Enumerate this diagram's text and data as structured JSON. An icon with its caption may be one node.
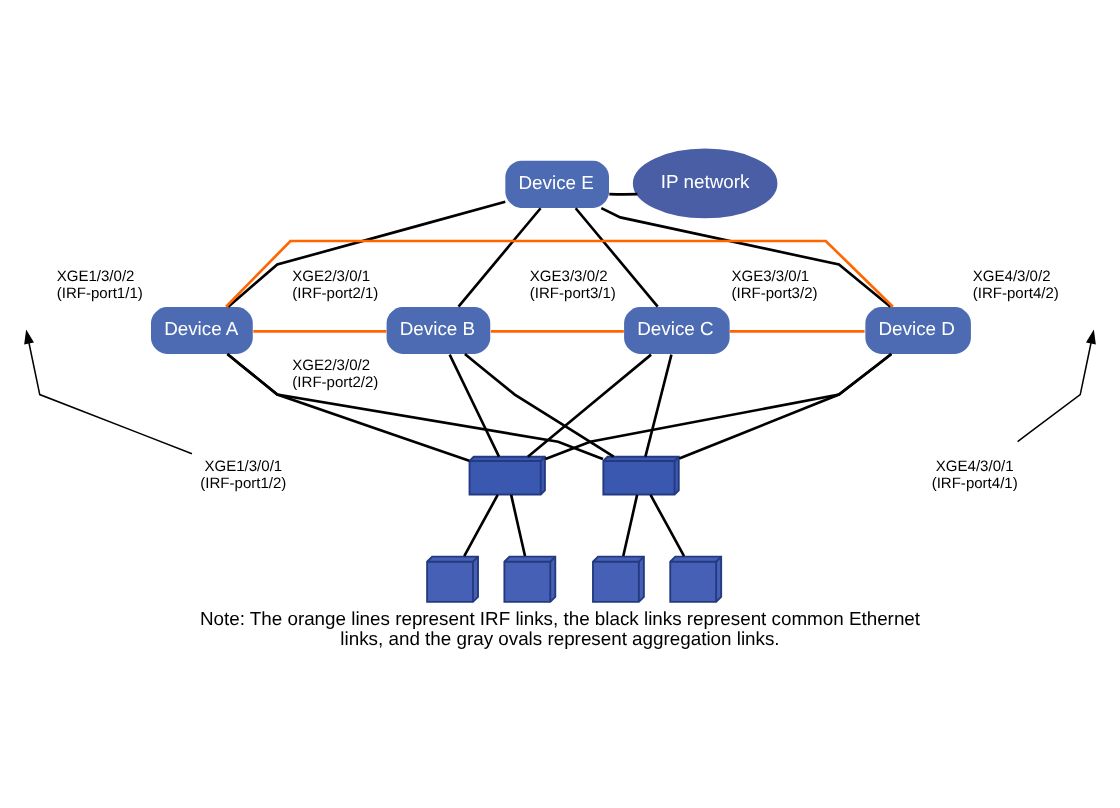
{
  "diagram": {
    "caption": "Note: The orange lines represent IRF links, the black links represent common Ethernet links, and the gray ovals represent aggregation links.",
    "nodes": [
      {
        "text": [
          "Device E"
        ]
      },
      {
        "text": [
          "IP network"
        ]
      },
      {
        "text": [
          "Device A"
        ],
        "beside": [
          "XGE1/3/0/2 (IRF-port1/1)"
        ]
      },
      {
        "text": [
          "Device B"
        ],
        "beside": [
          "XGE2/3/0/1 (IRF-port2/1)",
          "XGE2/3/0/2 (IRF-port2/2)"
        ]
      },
      {
        "text": [
          "Device C"
        ],
        "beside": [
          "XGE3/3/0/2 (IRF-port3/1)",
          "XGE3/3/0/1 (IRF-port3/2)"
        ]
      },
      {
        "text": [
          "Device D"
        ],
        "beside": [
          "XGE4/3/0/2 (IRF-port4/2)"
        ]
      },
      {
        "text": [
          "XGE1/3/0/1 (IRF-port1/2)"
        ]
      },
      {
        "text": [
          "XGE4/3/0/1 (IRF-port4/1)"
        ]
      },
      {
        "text": [],
        "shape": "picture"
      },
      {
        "text": [],
        "shape": "picture"
      },
      {
        "text": [],
        "shape": "picture"
      },
      {
        "text": [],
        "shape": "picture"
      },
      {
        "text": [],
        "shape": "picture"
      },
      {
        "text": [],
        "shape": "picture"
      }
    ],
    "edges": [
      {
        "from": 0,
        "to": 1,
        "arrow": "none"
      },
      {
        "from": 0,
        "to": 2,
        "arrow": "none"
      },
      {
        "from": 0,
        "to": 3,
        "arrow": "none"
      },
      {
        "from": 0,
        "to": 4,
        "arrow": "none"
      },
      {
        "from": 0,
        "to": 5,
        "arrow": "none"
      },
      {
        "from": 2,
        "to": 5,
        "arrow": "none",
        "color": "#ff6600"
      },
      {
        "from": 2,
        "to": 3,
        "arrow": "none",
        "color": "#ff6600"
      },
      {
        "from": 3,
        "to": 4,
        "arrow": "none",
        "color": "#ff6600"
      },
      {
        "from": 4,
        "to": 5,
        "arrow": "none",
        "color": "#ff6600"
      },
      {
        "from": 2,
        "to": 8,
        "arrow": "none"
      },
      {
        "from": 2,
        "to": 9,
        "arrow": "none"
      },
      {
        "from": 3,
        "to": 8,
        "arrow": "none"
      },
      {
        "from": 3,
        "to": 9,
        "arrow": "none"
      },
      {
        "from": 4,
        "to": 8,
        "arrow": "none"
      },
      {
        "from": 4,
        "to": 9,
        "arrow": "none"
      },
      {
        "from": 5,
        "to": 8,
        "arrow": "none"
      },
      {
        "from": 5,
        "to": 9,
        "arrow": "none"
      },
      {
        "from": 8,
        "to": 10,
        "arrow": "none"
      },
      {
        "from": 8,
        "to": 11,
        "arrow": "none"
      },
      {
        "from": 9,
        "to": 12,
        "arrow": "none"
      },
      {
        "from": 9,
        "to": 13,
        "arrow": "none"
      },
      {
        "from": 6,
        "to": null,
        "arrow": "to"
      },
      {
        "from": 7,
        "to": null,
        "arrow": "to"
      }
    ]
  }
}
